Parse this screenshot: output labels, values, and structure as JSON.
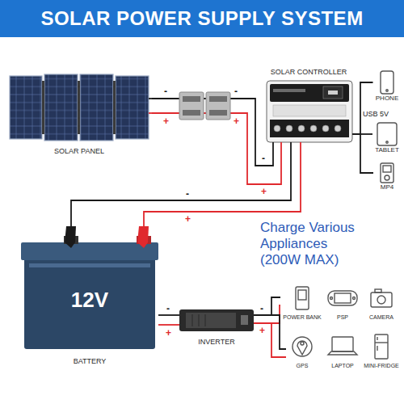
{
  "diagram": {
    "title": "SOLAR POWER SUPPLY SYSTEM",
    "nodes": [
      {
        "text": [
          "SOLAR PANEL"
        ]
      },
      {
        "text": [
          "SOLAR CONTROLLER"
        ]
      },
      {
        "text": [
          "PHONE"
        ]
      },
      {
        "text": [
          "TABLET"
        ]
      },
      {
        "text": [
          "MP4"
        ]
      },
      {
        "text": [
          "12V",
          "BATTERY"
        ]
      },
      {
        "text": [
          "INVERTER"
        ]
      },
      {
        "text": [
          "POWER BANK"
        ]
      },
      {
        "text": [
          "PSP"
        ]
      },
      {
        "text": [
          "CAMERA"
        ]
      },
      {
        "text": [
          "GPS"
        ]
      },
      {
        "text": [
          "LAPTOP"
        ]
      },
      {
        "text": [
          "MINI-FRIDGE"
        ]
      }
    ],
    "edges": [
      {
        "from": 0,
        "to": 1,
        "arrow": "none"
      },
      {
        "from": 1,
        "to": 2,
        "arrow": "none"
      },
      {
        "from": 1,
        "to": 3,
        "arrow": "none"
      },
      {
        "from": 1,
        "to": 4,
        "arrow": "none"
      },
      {
        "from": 1,
        "to": 5,
        "arrow": "none"
      },
      {
        "from": 5,
        "to": 6,
        "arrow": "none"
      },
      {
        "from": 6,
        "to": 7,
        "arrow": "none"
      },
      {
        "from": 6,
        "to": 10,
        "arrow": "none"
      }
    ],
    "labels": [
      "USB 5V",
      "Charge Various Appliances (200W MAX)",
      "-",
      "+",
      "-",
      "+",
      "-",
      "+",
      "-",
      "+",
      "-",
      "+",
      "-",
      "+"
    ]
  }
}
